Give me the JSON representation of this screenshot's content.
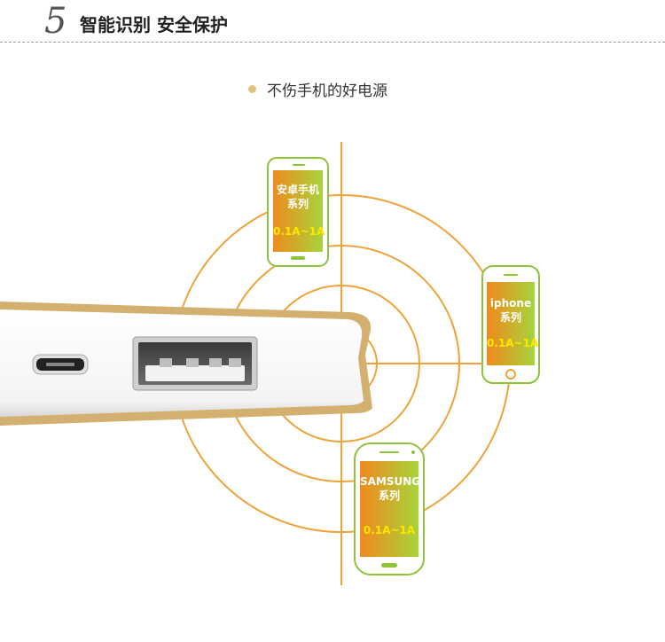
{
  "header": {
    "number": "5",
    "title": "智能识别 安全保护"
  },
  "subtitle": "不伤手机的好电源",
  "colors": {
    "ring": "#f0a23a",
    "phone_frame": "#8fc43a",
    "screen_left": "#f08a1c",
    "screen_right": "#9cd23a",
    "current_text": "#ffe600",
    "powerbank_gold": "#c9a35a"
  },
  "phones": [
    {
      "name_line1": "安卓手机",
      "name_line2": "系列",
      "current": "0.1A~1A"
    },
    {
      "name_line1": "iphone",
      "name_line2": "系列",
      "current": "0.1A~1A"
    },
    {
      "name_line1": "SAMSUNG",
      "name_line2": "系列",
      "current": "0.1A~1A"
    }
  ]
}
